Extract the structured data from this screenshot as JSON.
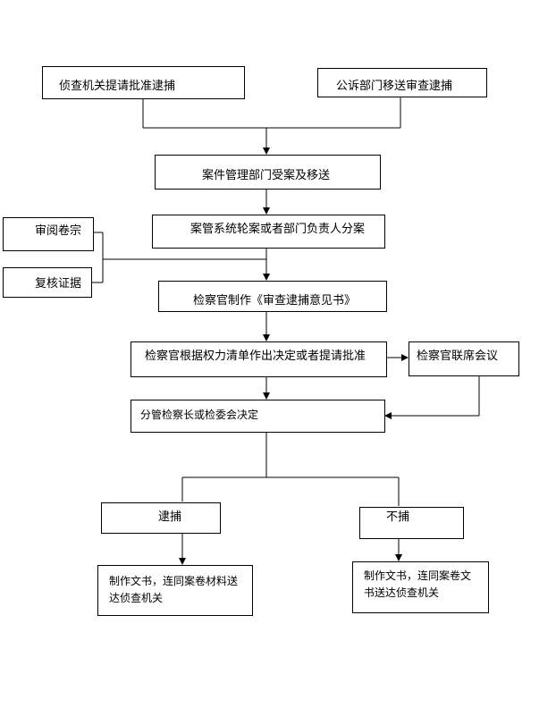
{
  "boxes": {
    "investigation_request": "侦查机关提请批准逮捕",
    "prosecution_transfer": "公诉部门移送审查逮捕",
    "case_management": "案件管理部门受案及移送",
    "case_assignment": "案管系统轮案或者部门负责人分案",
    "review_files": "审阅卷宗",
    "verify_evidence": "复核证据",
    "opinion_document": "检察官制作《审查逮捕意见书》",
    "prosecutor_decision": "检察官根据权力清单作出决定或者提请批准",
    "joint_meeting": "检察官联席会议",
    "chief_decision": "分管检察长或检委会决定",
    "arrest": "逮捕",
    "no_arrest": "不捕",
    "arrest_documents": "制作文书，连同案卷材料送达侦查机关",
    "no_arrest_documents": "制作文书，连同案卷文书送达侦查机关"
  }
}
